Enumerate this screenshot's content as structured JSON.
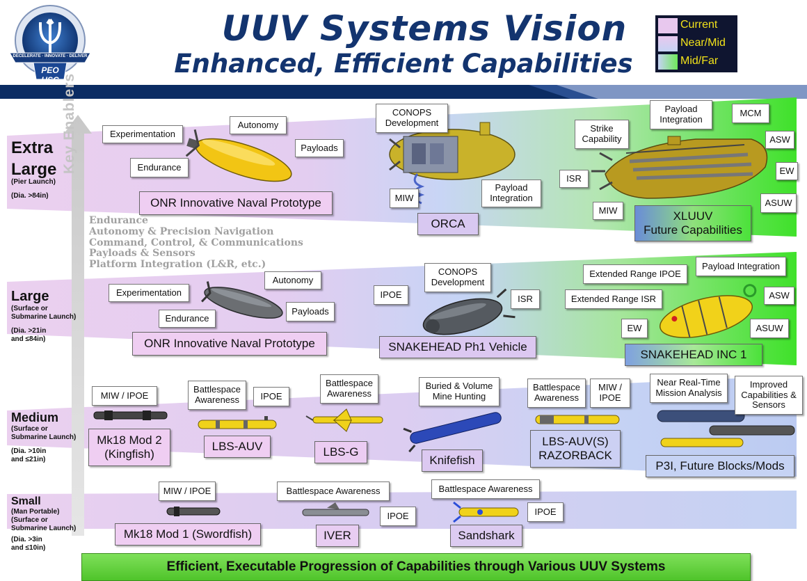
{
  "header": {
    "title": "UUV Systems Vision",
    "subtitle": "Enhanced, Efficient Capabilities",
    "logo_text": "PEO USC",
    "logo_ring_text": "DECELERATE · INNOVATE · DELIVER"
  },
  "legend": [
    {
      "label": "Current",
      "color": "#e8c8ee"
    },
    {
      "label": "Near/Mid",
      "color": "#c6d3f4"
    },
    {
      "label": "Mid/Far",
      "color": "#6ee85a"
    }
  ],
  "key_enablers": {
    "label": "Key Enablers",
    "items": [
      "Endurance",
      "Autonomy & Precision Navigation",
      "Command, Control, & Communications",
      "Payloads & Sensors",
      "Platform Integration (L&R, etc.)"
    ]
  },
  "categories": {
    "xl": {
      "line1": "Extra",
      "line2": "Large",
      "sub1": "(Pier Launch)",
      "dia": "(Dia. >84in)"
    },
    "large": {
      "name": "Large",
      "sub1": "(Surface or",
      "sub2": "Submarine Launch)",
      "dia1": "(Dia. >21in",
      "dia2": "and ≤84in)"
    },
    "medium": {
      "name": "Medium",
      "sub1": "(Surface or",
      "sub2": "Submarine Launch)",
      "dia1": "(Dia. >10in",
      "dia2": "and ≤21in)"
    },
    "small": {
      "name": "Small",
      "sub1": "(Man Portable)",
      "sub2": "(Surface or",
      "sub3": "Submarine Launch)",
      "dia1": "(Dia. >3in",
      "dia2": "and ≤10in)"
    }
  },
  "xl_row": {
    "tags": {
      "experimentation": "Experimentation",
      "autonomy": "Autonomy",
      "payloads": "Payloads",
      "endurance": "Endurance",
      "conops1": "CONOPS",
      "conops2": "Development",
      "miw": "MIW",
      "payload_int1": "Payload",
      "payload_int2": "Integration",
      "strike1": "Strike",
      "strike2": "Capability",
      "pi2_1": "Payload",
      "pi2_2": "Integration",
      "mcm": "MCM",
      "asw": "ASW",
      "isr": "ISR",
      "ew": "EW",
      "miw2": "MIW",
      "asuw": "ASUW"
    },
    "names": {
      "onr": "ONR Innovative Naval Prototype",
      "orca": "ORCA",
      "xluuv1": "XLUUV",
      "xluuv2": "Future Capabilities"
    }
  },
  "large_row": {
    "tags": {
      "experimentation": "Experimentation",
      "autonomy": "Autonomy",
      "payloads": "Payloads",
      "endurance": "Endurance",
      "ipoe": "IPOE",
      "conops1": "CONOPS",
      "conops2": "Development",
      "isr": "ISR",
      "ext_ipoe": "Extended Range IPOE",
      "payload_int": "Payload Integration",
      "ext_isr": "Extended Range ISR",
      "asw": "ASW",
      "ew": "EW",
      "asuw": "ASUW"
    },
    "names": {
      "onr": "ONR Innovative Naval Prototype",
      "snake1": "SNAKEHEAD Ph1 Vehicle",
      "snake2": "SNAKEHEAD  INC 1"
    }
  },
  "medium_row": {
    "tags": {
      "miw_ipoe": "MIW / IPOE",
      "ba1_1": "Battlespace",
      "ba1_2": "Awareness",
      "ipoe": "IPOE",
      "ba2_1": "Battlespace",
      "ba2_2": "Awareness",
      "buried1": "Buried & Volume",
      "buried2": "Mine Hunting",
      "ba3_1": "Battlespace",
      "ba3_2": "Awareness",
      "miw2_1": "MIW /",
      "miw2_2": "IPOE",
      "nrt1": "Near Real-Time",
      "nrt2": "Mission Analysis",
      "imp1": "Improved",
      "imp2": "Capabilities &",
      "imp3": "Sensors"
    },
    "names": {
      "mk18_2a": "Mk18 Mod 2",
      "mk18_2b": "(Kingfish)",
      "lbsauv": "LBS-AUV",
      "lbsg": "LBS-G",
      "knifefish": "Knifefish",
      "razor1": "LBS-AUV(S)",
      "razor2": "RAZORBACK",
      "p3i": "P3I, Future Blocks/Mods"
    }
  },
  "small_row": {
    "tags": {
      "miw_ipoe": "MIW / IPOE",
      "ba1": "Battlespace Awareness",
      "ipoe1": "IPOE",
      "ba2": "Battlespace Awareness",
      "ipoe2": "IPOE"
    },
    "names": {
      "mk18_1": "Mk18 Mod 1 (Swordfish)",
      "iver": "IVER",
      "sandshark": "Sandshark"
    }
  },
  "footer": {
    "text": "Efficient, Executable Progression of Capabilities through Various UUV Systems"
  }
}
